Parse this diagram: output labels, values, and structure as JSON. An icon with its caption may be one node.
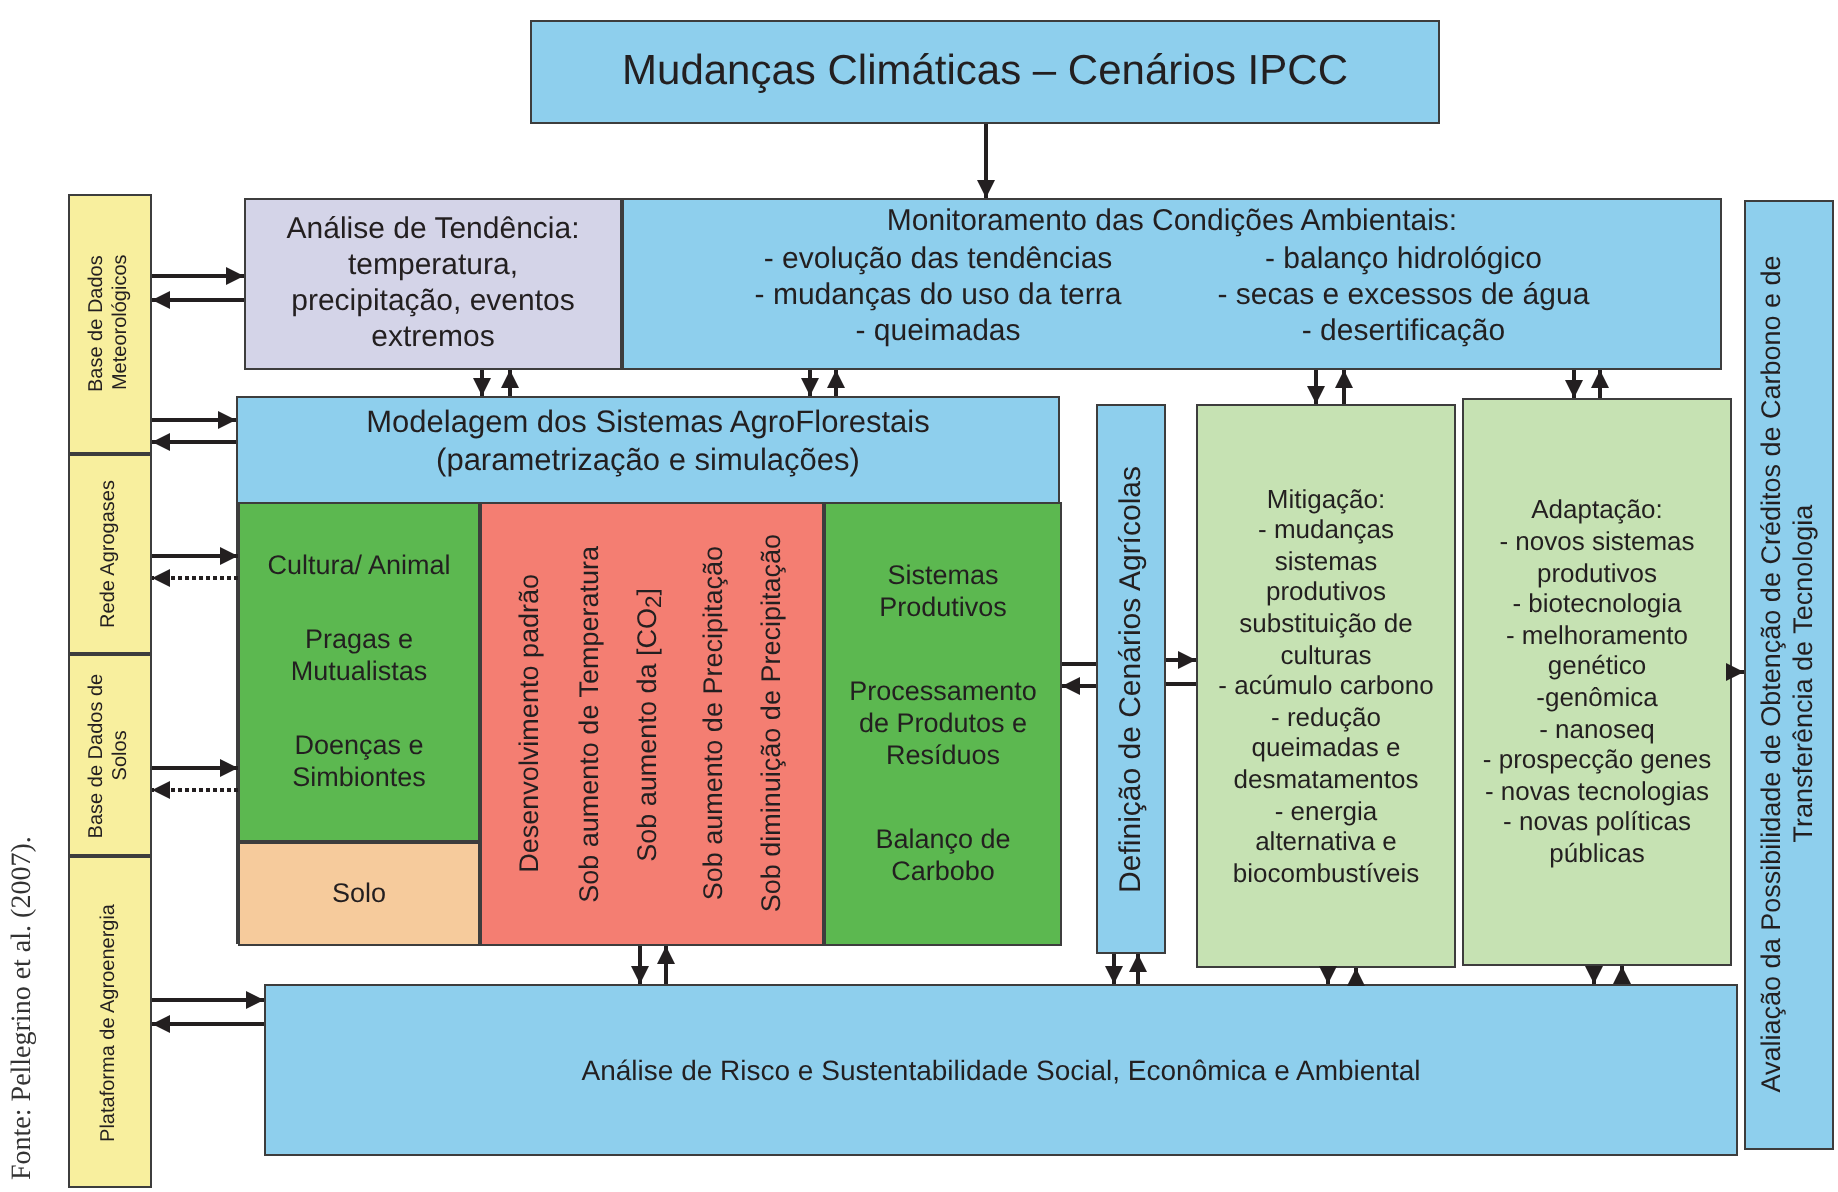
{
  "diagram": {
    "nodes": [
      {
        "text": [
          "Mudanças Climáticas – Cenários IPCC"
        ]
      },
      {
        "text": [
          "Base de Dados Meteorológicos"
        ]
      },
      {
        "text": [
          "Rede Agrogases"
        ]
      },
      {
        "text": [
          "Base de Dados de Solos"
        ]
      },
      {
        "text": [
          "Plataforma de Agroenergia"
        ]
      },
      {
        "text": [
          "Análise de Tendência:",
          "temperatura, precipitação, eventos extremos"
        ]
      },
      {
        "text": [
          "Monitoramento das Condições Ambientais:",
          "- evolução das tendências",
          "- balanço hidrológico",
          "- mudanças do uso da terra",
          "- secas e excessos de água",
          "- queimadas",
          "- desertificação"
        ]
      },
      {
        "text": [
          "Modelagem dos Sistemas AgroFlorestais (parametrização e simulações)"
        ]
      },
      {
        "text": [
          "Cultura/ Animal",
          "Pragas e Mutualistas",
          "Doenças e Simbiontes"
        ],
        "in": 7
      },
      {
        "text": [
          "Solo"
        ],
        "in": 7
      },
      {
        "text": [
          "Desenvolvimento padrão",
          "Sob aumento de Temperatura",
          "Sob aumento da [CO$_{2}$]",
          "Sob aumento de Precipitação",
          "Sob diminuição de Precipitação"
        ],
        "in": 7
      },
      {
        "text": [
          "Sistemas Produtivos",
          "Processamento de Produtos e Resíduos",
          "Balanço de Carbobo"
        ],
        "in": 7
      },
      {
        "text": [
          "Definição de Cenários Agrícolas"
        ]
      },
      {
        "text": [
          "Mitigação:",
          "- mudanças sistemas produtivos",
          "substituição de culturas",
          "- acúmulo carbono",
          "- redução queimadas e desmatamentos",
          "- energia alternativa e biocombustíveis"
        ]
      },
      {
        "text": [
          "Adaptação:",
          "- novos sistemas produtivos",
          "- biotecnologia",
          "- melhoramento genético",
          "-genômica",
          "- nanoseq",
          "- prospecção genes",
          "- novas tecnologias",
          "- novas políticas públicas"
        ]
      },
      {
        "text": [
          "Análise de Risco e Sustentabilidade Social, Econômica e Ambiental"
        ]
      },
      {
        "text": [
          "Avaliação da Possibilidade de Obtenção de Créditos de Carbono e de Transferência de Tecnologia"
        ]
      }
    ],
    "edges": [
      {
        "from": 0,
        "to": 6,
        "arrow": "to"
      },
      {
        "from": 1,
        "to": 5,
        "arrow": "to"
      },
      {
        "from": 5,
        "to": 1,
        "arrow": "to"
      },
      {
        "from": 1,
        "to": 7,
        "arrow": "to"
      },
      {
        "from": 7,
        "to": 1,
        "arrow": "to"
      },
      {
        "from": 2,
        "to": 8,
        "arrow": "to"
      },
      {
        "from": 8,
        "to": 2,
        "arrow": "to",
        "style": "dashed"
      },
      {
        "from": 3,
        "to": 8,
        "arrow": "to"
      },
      {
        "from": 8,
        "to": 3,
        "arrow": "to",
        "style": "dashed"
      },
      {
        "from": 4,
        "to": 15,
        "arrow": "to"
      },
      {
        "from": 15,
        "to": 4,
        "arrow": "to"
      },
      {
        "from": 5,
        "to": 7,
        "arrow": "to"
      },
      {
        "from": 7,
        "to": 5,
        "arrow": "to"
      },
      {
        "from": 6,
        "to": 7,
        "arrow": "to"
      },
      {
        "from": 7,
        "to": 6,
        "arrow": "to"
      },
      {
        "from": 6,
        "to": 13,
        "arrow": "to"
      },
      {
        "from": 13,
        "to": 6,
        "arrow": "to"
      },
      {
        "from": 6,
        "to": 14,
        "arrow": "to"
      },
      {
        "from": 14,
        "to": 6,
        "arrow": "to"
      },
      {
        "from": 11,
        "to": 12,
        "arrow": "none"
      },
      {
        "from": 12,
        "to": 11,
        "arrow": "to"
      },
      {
        "from": 12,
        "to": 13,
        "arrow": "to"
      },
      {
        "from": 13,
        "to": 12,
        "arrow": "none"
      },
      {
        "from": 14,
        "to": 16,
        "arrow": "to"
      },
      {
        "from": 10,
        "to": 15,
        "arrow": "to"
      },
      {
        "from": 15,
        "to": 10,
        "arrow": "to"
      },
      {
        "from": 12,
        "to": 15,
        "arrow": "to"
      },
      {
        "from": 15,
        "to": 12,
        "arrow": "to"
      },
      {
        "from": 13,
        "to": 15,
        "arrow": "to"
      },
      {
        "from": 15,
        "to": 13,
        "arrow": "to"
      },
      {
        "from": 14,
        "to": 15,
        "arrow": "to"
      },
      {
        "from": 15,
        "to": 14,
        "arrow": "to"
      }
    ],
    "labels": [
      "Fonte: Pellegrino et al. (2007)."
    ]
  }
}
